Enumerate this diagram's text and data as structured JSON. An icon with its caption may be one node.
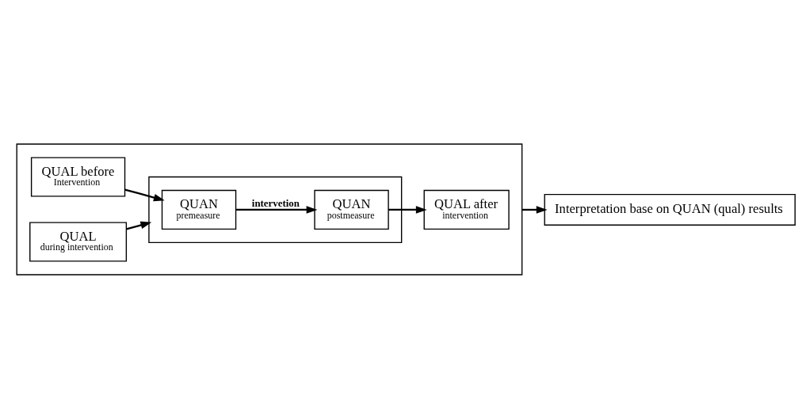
{
  "diagram": {
    "nodes": [
      {
        "text": [],
        "shape": "box"
      },
      {
        "text": [
          "QUAL before",
          "Intervention"
        ],
        "in": 0
      },
      {
        "text": [],
        "shape": "box",
        "in": 0
      },
      {
        "text": [
          "QUAN",
          "premeasure"
        ],
        "in": 2
      },
      {
        "text": [
          "QUAN",
          "postmeasure"
        ],
        "in": 2
      },
      {
        "text": [
          "QUAL after",
          "intervention"
        ],
        "in": 0
      },
      {
        "text": [
          "QUAL",
          "during intervention"
        ],
        "in": 0
      },
      {
        "text": [
          "Interpretation base on QUAN (qual) results"
        ]
      }
    ],
    "edges": [
      {
        "from": 1,
        "to": 3,
        "arrow": "to"
      },
      {
        "from": 3,
        "to": 4,
        "arrow": "to",
        "label": "intervetion"
      },
      {
        "from": 4,
        "to": 5,
        "arrow": "to"
      },
      {
        "from": 6,
        "to": 2,
        "arrow": "to"
      },
      {
        "from": 0,
        "to": 7,
        "arrow": "to"
      }
    ]
  }
}
